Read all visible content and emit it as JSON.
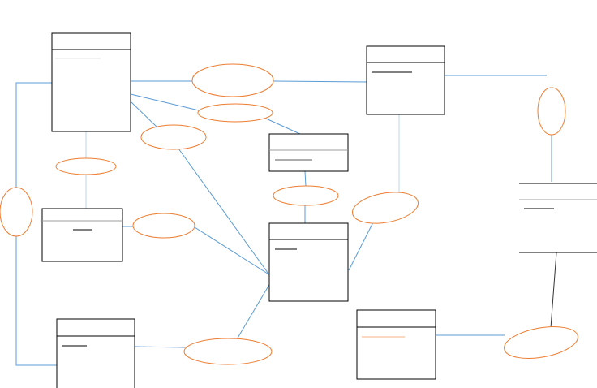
{
  "diagram": {
    "kind": "entity-relationship",
    "colors": {
      "entity_border": "#000000",
      "header_rule": "#000000",
      "field_rule": "#9e9e9e",
      "relationship_stroke": "#ed7d31",
      "connector": "#5b9bd5",
      "connector_light": "#bdd7ee",
      "dark_connector": "#333333"
    },
    "entities": [
      {
        "id": "entity-1",
        "title": "",
        "fields": [],
        "underlined_key": false
      },
      {
        "id": "entity-2",
        "title": "",
        "fields": [],
        "underlined_key": true
      },
      {
        "id": "entity-3",
        "title": "",
        "fields": [],
        "underlined_key": true
      },
      {
        "id": "entity-4",
        "title": "",
        "fields": [],
        "underlined_key": true
      },
      {
        "id": "entity-5",
        "title": "",
        "fields": [],
        "underlined_key": true
      },
      {
        "id": "entity-6",
        "title": "",
        "fields": [],
        "underlined_key": true
      },
      {
        "id": "entity-7",
        "title": "",
        "fields": [],
        "underlined_key": true
      },
      {
        "id": "entity-8",
        "title": "",
        "fields": [],
        "underlined_key": true
      },
      {
        "id": "entity-9",
        "title": "",
        "fields": [],
        "underlined_key": true
      }
    ],
    "relationships": [
      {
        "id": "rel-1",
        "label": ""
      },
      {
        "id": "rel-2",
        "label": ""
      },
      {
        "id": "rel-3",
        "label": ""
      },
      {
        "id": "rel-4",
        "label": ""
      },
      {
        "id": "rel-5",
        "label": ""
      },
      {
        "id": "rel-6",
        "label": ""
      },
      {
        "id": "rel-7",
        "label": ""
      },
      {
        "id": "rel-8",
        "label": ""
      },
      {
        "id": "rel-9",
        "label": ""
      },
      {
        "id": "rel-10",
        "label": ""
      },
      {
        "id": "rel-11",
        "label": ""
      }
    ]
  }
}
